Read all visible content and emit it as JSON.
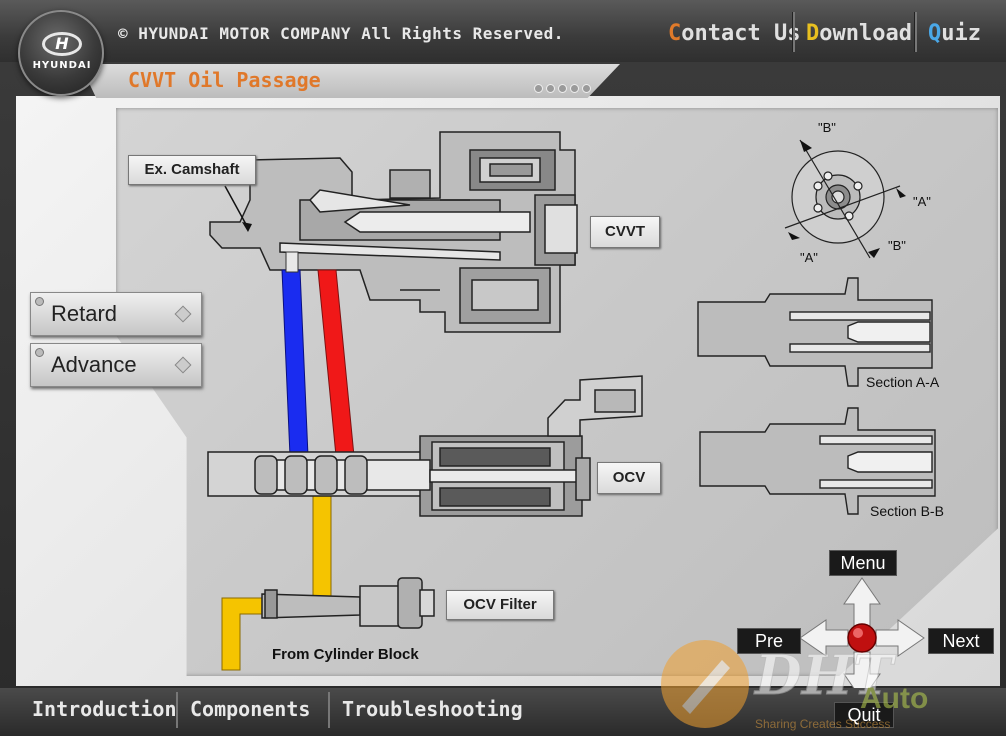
{
  "header": {
    "logo_text": "HYUNDAI",
    "logo_h": "H",
    "copyright": "© HYUNDAI MOTOR COMPANY All Rights Reserved.",
    "nav": [
      {
        "first": "C",
        "rest": "ontact Us",
        "accent": "#e07a2a"
      },
      {
        "first": "D",
        "rest": "ownload",
        "accent": "#e8c020"
      },
      {
        "first": "Q",
        "rest": "uiz",
        "accent": "#4aa8e8"
      }
    ]
  },
  "page": {
    "title": "CVVT Oil Passage",
    "title_color": "#e0782a"
  },
  "side_buttons": [
    {
      "label": "Retard"
    },
    {
      "label": "Advance"
    }
  ],
  "diagram": {
    "labels": {
      "ex_camshaft": "Ex. Camshaft",
      "cvvt": "CVVT",
      "ocv": "OCV",
      "ocv_filter": "OCV Filter",
      "from_block": "From Cylinder Block",
      "section_aa": "Section A-A",
      "section_bb": "Section B-B",
      "mark_a": "\"A\"",
      "mark_b": "\"B\""
    },
    "colors": {
      "retard_line": "#1a2cf0",
      "advance_line": "#f01818",
      "supply_line": "#f5c400"
    }
  },
  "nav_pad": {
    "menu": "Menu",
    "prev": "Pre",
    "next": "Next",
    "quit": "Quit"
  },
  "bottom_nav": [
    "Introduction",
    "Components",
    "Troubleshooting"
  ],
  "watermark": {
    "text": "DHT",
    "subtext": "Auto",
    "tagline": "Sharing Creates Success"
  }
}
